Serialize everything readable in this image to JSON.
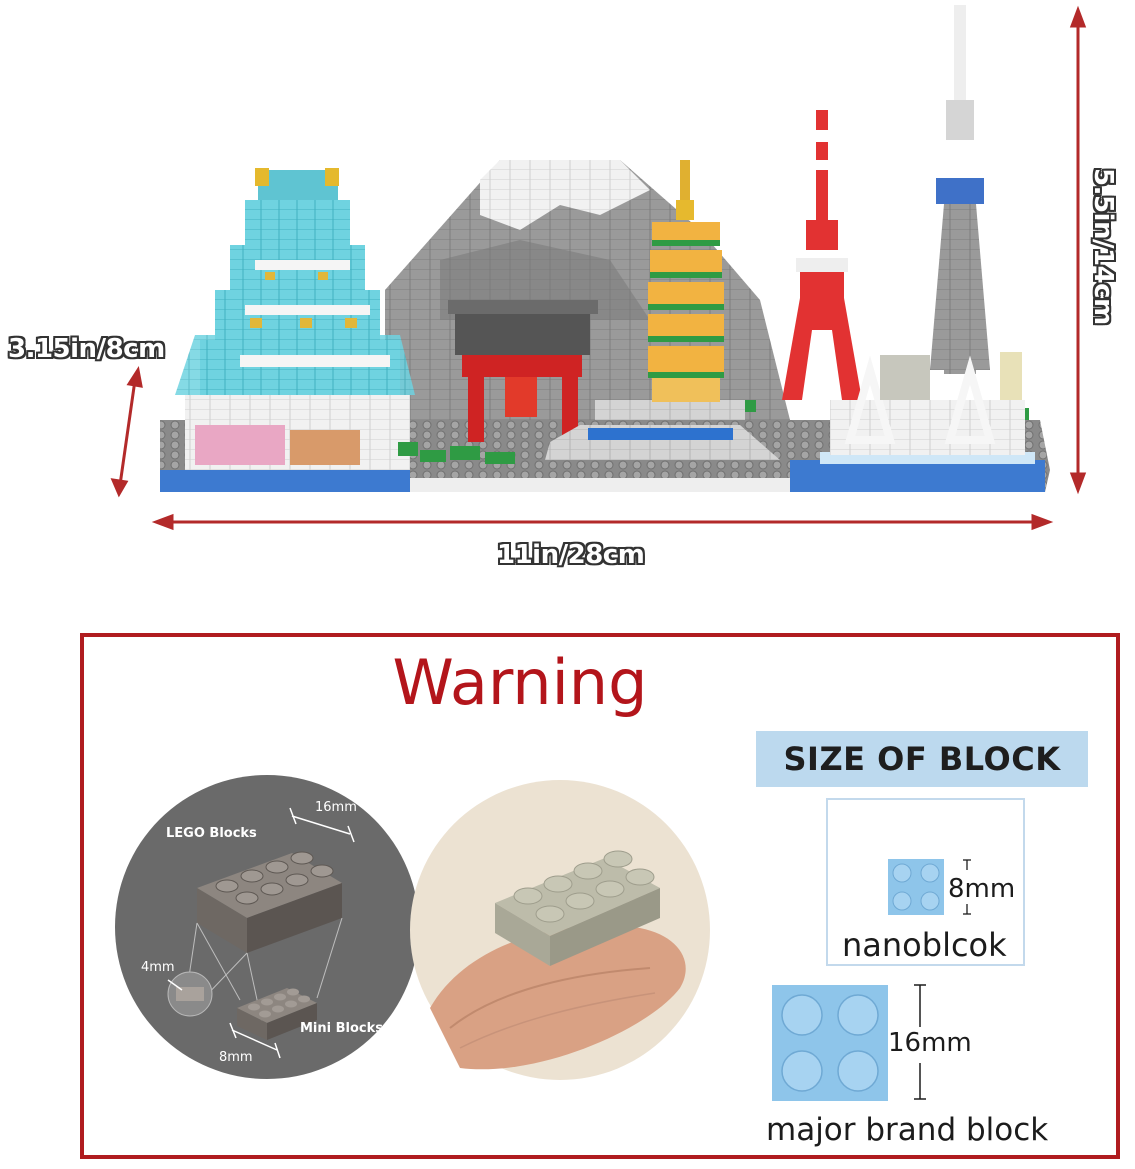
{
  "product": {
    "depth_label": "3.15in/8cm",
    "height_label": "5.5in/14cm",
    "width_label": "11in/28cm"
  },
  "warning": {
    "title": "Warning",
    "size_banner": "SIZE OF BLOCK",
    "nano_size": "8mm",
    "nano_name": "nanoblcok",
    "major_size": "16mm",
    "major_name": "major brand block"
  },
  "comparison_photo": {
    "lego_label": "LEGO Blocks",
    "lego_size": "16mm",
    "mini_label": "Mini Blocks",
    "mini_height": "4mm",
    "mini_size": "8mm"
  },
  "colors": {
    "accent_red": "#b3151b",
    "banner_blue": "#bcd9ee",
    "brick_blue": "#8ec5ea"
  }
}
